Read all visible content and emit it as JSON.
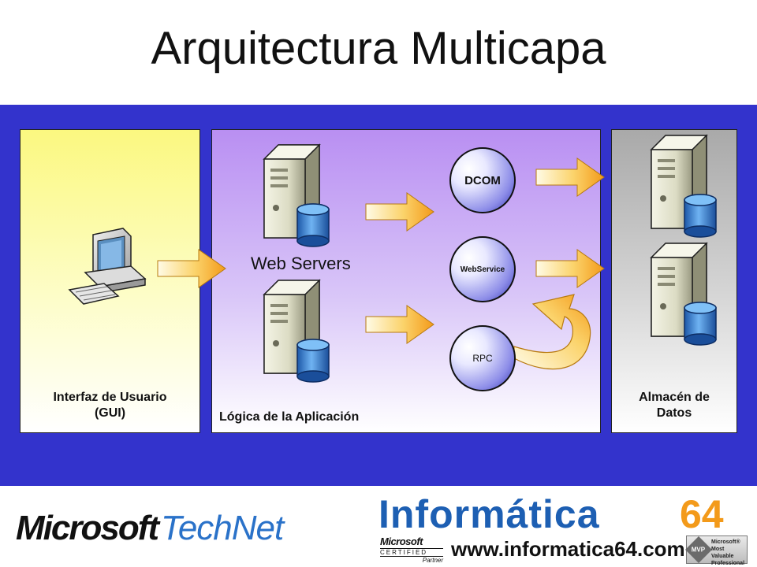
{
  "title": "Arquitectura Multicapa",
  "panels": {
    "gui": {
      "label_line1": "Interfaz de Usuario",
      "label_line2": "(GUI)"
    },
    "app": {
      "label": "Lógica de la Aplicación",
      "web_servers_label": "Web Servers"
    },
    "data": {
      "label_line1": "Almacén de",
      "label_line2": "Datos"
    }
  },
  "protocols": [
    {
      "name": "DCOM"
    },
    {
      "name": "WebService"
    },
    {
      "name": "RPC"
    }
  ],
  "icons": {
    "client": "desktop-computer-icon",
    "server": "server-database-icon",
    "arrow": "right-arrow-icon",
    "loop": "curved-return-arrow-icon"
  },
  "colors": {
    "band": "#3333cc",
    "gui_panel": "#fbf880",
    "app_panel": "#b98ff2",
    "data_panel": "#a9a9a9",
    "arrow": "#f7b53c"
  },
  "footer": {
    "microsoft": "Microsoft",
    "technet": "TechNet",
    "brand_title": "Informática",
    "brand_number": "64",
    "brand_url": "www.informatica64.com",
    "cert_microsoft": "Microsoft",
    "cert_certified": "CERTIFIED",
    "cert_partner": "Partner",
    "mvp_badge": "MVP",
    "mvp_line1": "Microsoft®",
    "mvp_line2": "Most Valuable",
    "mvp_line3": "Professional"
  }
}
